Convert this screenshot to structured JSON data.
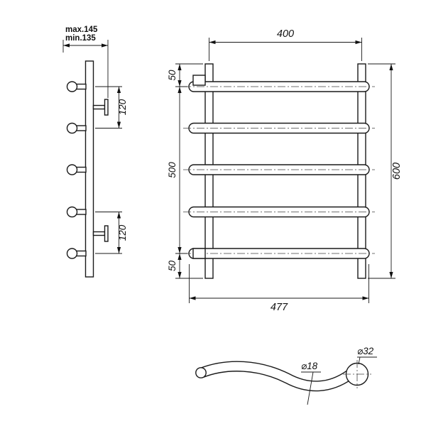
{
  "side_view": {
    "depth_max_label": "max.145",
    "depth_min_label": "min.135",
    "top_spacing_label": "120",
    "bottom_spacing_label": "120"
  },
  "front_view": {
    "top_width_label": "400",
    "top_offset_label": "50",
    "center_span_label": "500",
    "bottom_offset_label": "50",
    "total_height_label": "600",
    "overall_width_label": "477"
  },
  "detail_view": {
    "tube_diameter_label": "⌀18",
    "collector_diameter_label": "⌀32"
  }
}
